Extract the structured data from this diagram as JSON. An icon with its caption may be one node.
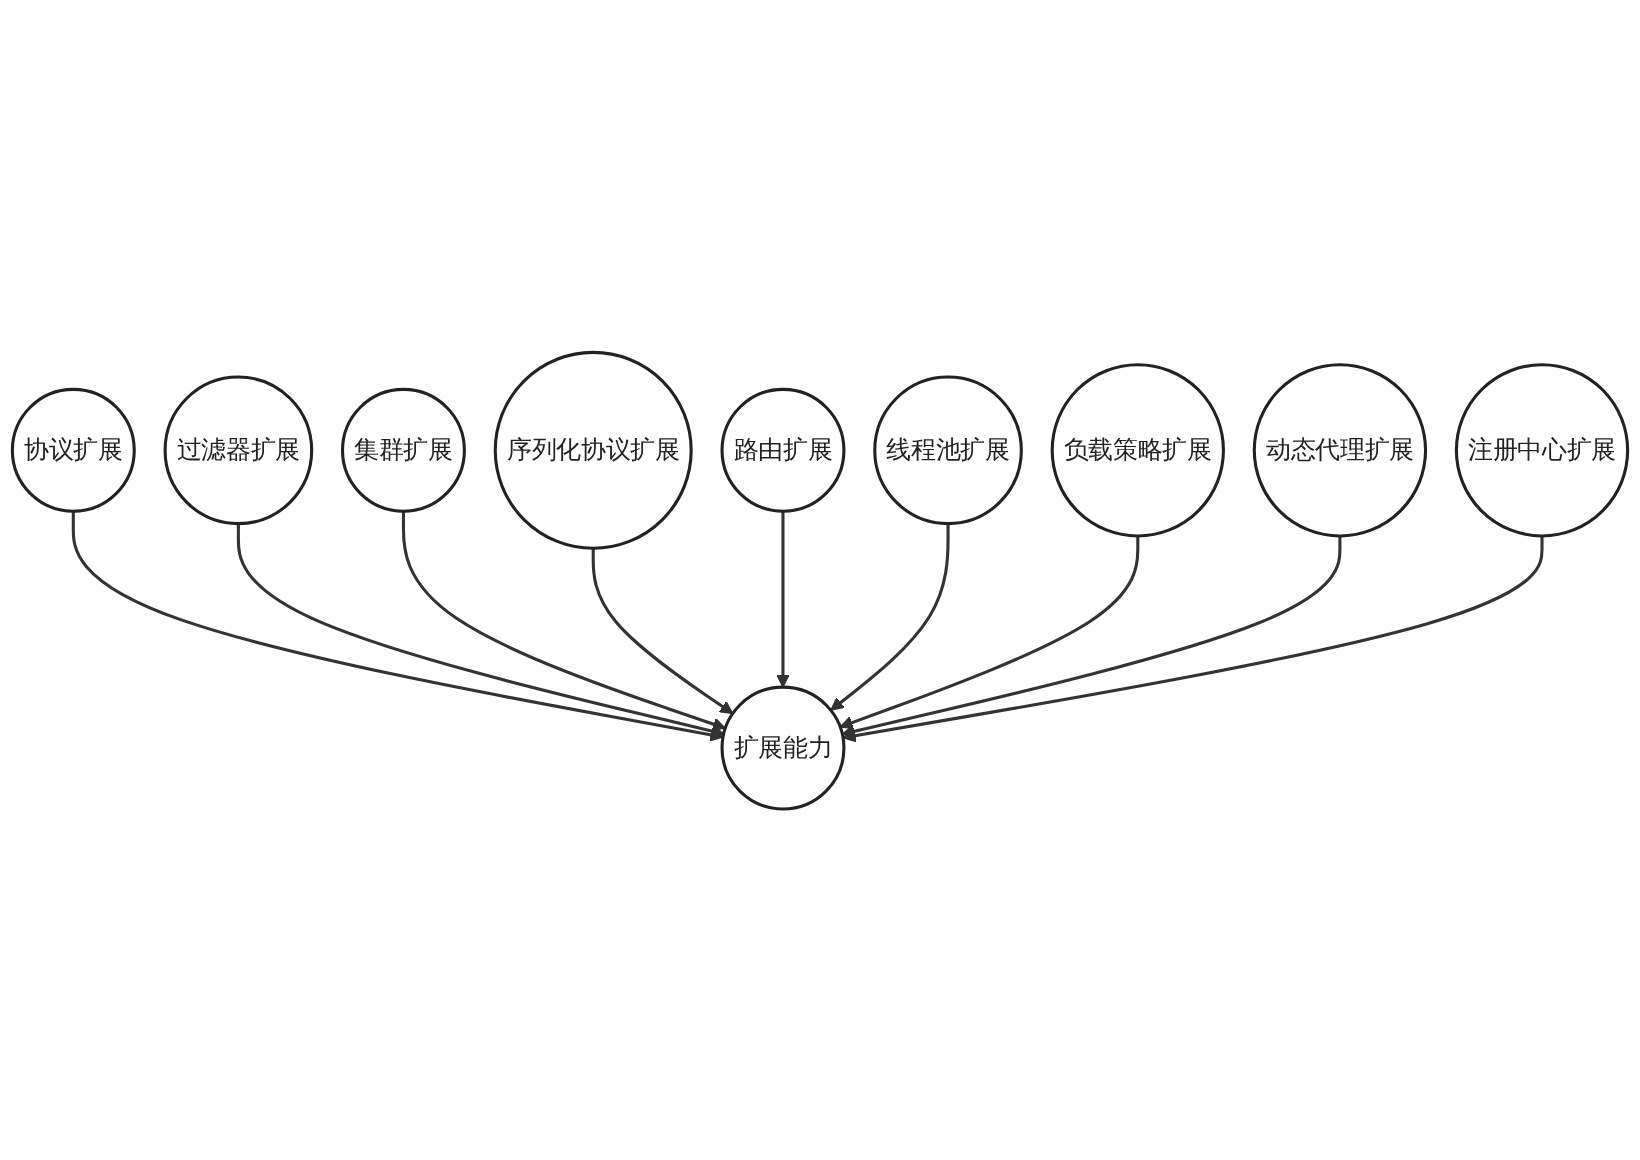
{
  "diagram": {
    "nodes": [
      {
        "text": [
          "协议扩展"
        ]
      },
      {
        "text": [
          "过滤器扩展"
        ]
      },
      {
        "text": [
          "集群扩展"
        ]
      },
      {
        "text": [
          "序列化协议扩展"
        ]
      },
      {
        "text": [
          "路由扩展"
        ]
      },
      {
        "text": [
          "扩展能力"
        ]
      },
      {
        "text": [
          "线程池扩展"
        ]
      },
      {
        "text": [
          "负载策略扩展"
        ]
      },
      {
        "text": [
          "动态代理扩展"
        ]
      },
      {
        "text": [
          "注册中心扩展"
        ]
      }
    ],
    "edges": [
      {
        "from": 0,
        "to": 5,
        "arrow": "to"
      },
      {
        "from": 1,
        "to": 5,
        "arrow": "to"
      },
      {
        "from": 2,
        "to": 5,
        "arrow": "to"
      },
      {
        "from": 3,
        "to": 5,
        "arrow": "to"
      },
      {
        "from": 4,
        "to": 5,
        "arrow": "to"
      },
      {
        "from": 6,
        "to": 5,
        "arrow": "to"
      },
      {
        "from": 7,
        "to": 5,
        "arrow": "to"
      },
      {
        "from": 8,
        "to": 5,
        "arrow": "to"
      },
      {
        "from": 9,
        "to": 5,
        "arrow": "to"
      }
    ]
  }
}
